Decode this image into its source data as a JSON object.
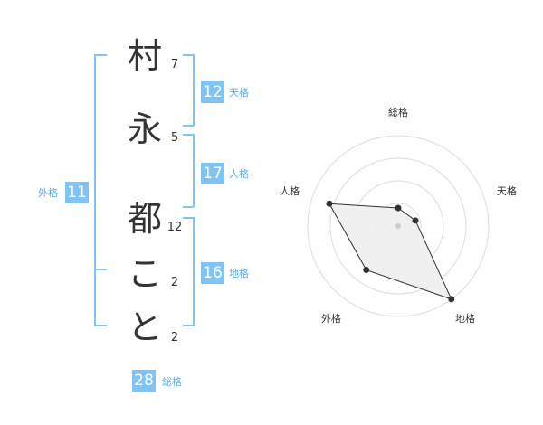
{
  "name": {
    "characters": [
      {
        "char": "村",
        "strokes": "7"
      },
      {
        "char": "永",
        "strokes": "5"
      },
      {
        "char": "都",
        "strokes": "12"
      },
      {
        "char": "こ",
        "strokes": "2"
      },
      {
        "char": "と",
        "strokes": "2"
      }
    ]
  },
  "fortune": {
    "tenkaku": {
      "value": "12",
      "label": "天格"
    },
    "jinkaku": {
      "value": "17",
      "label": "人格"
    },
    "chikaku": {
      "value": "16",
      "label": "地格"
    },
    "gaikaku": {
      "value": "11",
      "label": "外格"
    },
    "soukaku": {
      "value": "28",
      "label": "総格"
    }
  },
  "colors": {
    "accent": "#7fc4f5",
    "accent_text": "#5aaee8",
    "fill": "#eeeeee"
  },
  "chart_data": {
    "type": "radar",
    "axes": [
      "総格",
      "天格",
      "地格",
      "外格",
      "人格"
    ],
    "values": [
      1,
      1,
      5,
      3,
      4
    ],
    "scale_max": 5,
    "rings": 4
  }
}
